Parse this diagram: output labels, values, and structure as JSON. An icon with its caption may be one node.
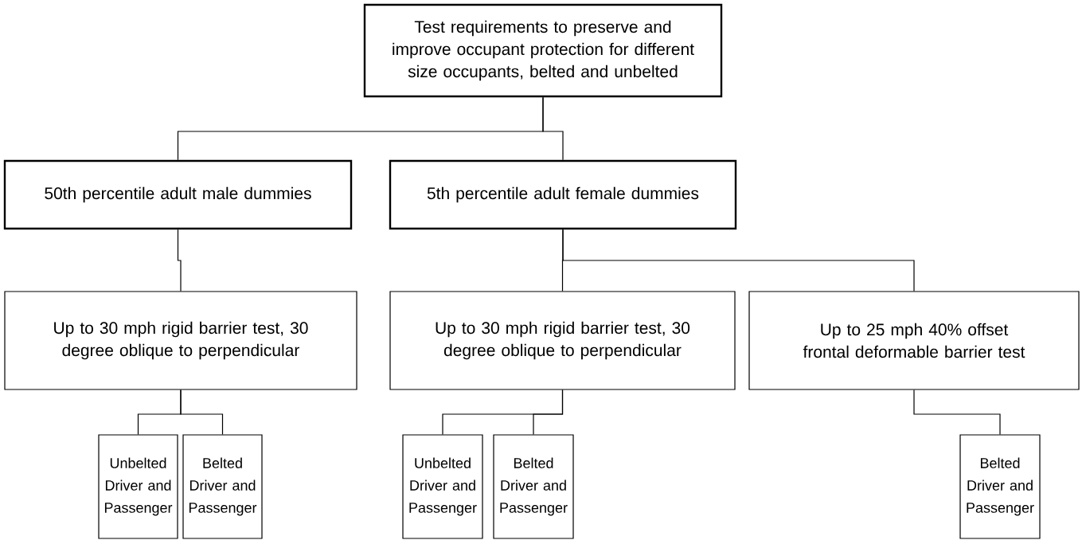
{
  "diagram": {
    "nodes": [
      {
        "text": [
          "Test requirements to preserve and improve occupant protection for different size occupants, belted and unbelted"
        ]
      },
      {
        "text": [
          "50th percentile adult male dummies"
        ]
      },
      {
        "text": [
          "5th percentile adult female dummies"
        ]
      },
      {
        "text": [
          "Up to 30 mph rigid barrier test, 30 degree oblique to perpendicular"
        ]
      },
      {
        "text": [
          "Up to 30 mph rigid barrier test, 30 degree oblique to perpendicular"
        ]
      },
      {
        "text": [
          "Up to 25 mph 40% offset frontal deformable barrier test"
        ]
      },
      {
        "text": [
          "Unbelted Driver and Passenger"
        ]
      },
      {
        "text": [
          "Belted Driver and Passenger"
        ]
      },
      {
        "text": [
          "Unbelted Driver and Passenger"
        ]
      },
      {
        "text": [
          "Belted Driver and Passenger"
        ]
      },
      {
        "text": [
          "Belted Driver and Passenger"
        ]
      }
    ],
    "edges": [
      {
        "from": 0,
        "to": 1,
        "arrow": "none"
      },
      {
        "from": 0,
        "to": 2,
        "arrow": "none"
      },
      {
        "from": 1,
        "to": 3,
        "arrow": "none"
      },
      {
        "from": 2,
        "to": 4,
        "arrow": "none"
      },
      {
        "from": 2,
        "to": 5,
        "arrow": "none"
      },
      {
        "from": 3,
        "to": 6,
        "arrow": "none"
      },
      {
        "from": 3,
        "to": 7,
        "arrow": "none"
      },
      {
        "from": 4,
        "to": 8,
        "arrow": "none"
      },
      {
        "from": 4,
        "to": 9,
        "arrow": "none"
      },
      {
        "from": 5,
        "to": 10,
        "arrow": "none"
      }
    ]
  }
}
